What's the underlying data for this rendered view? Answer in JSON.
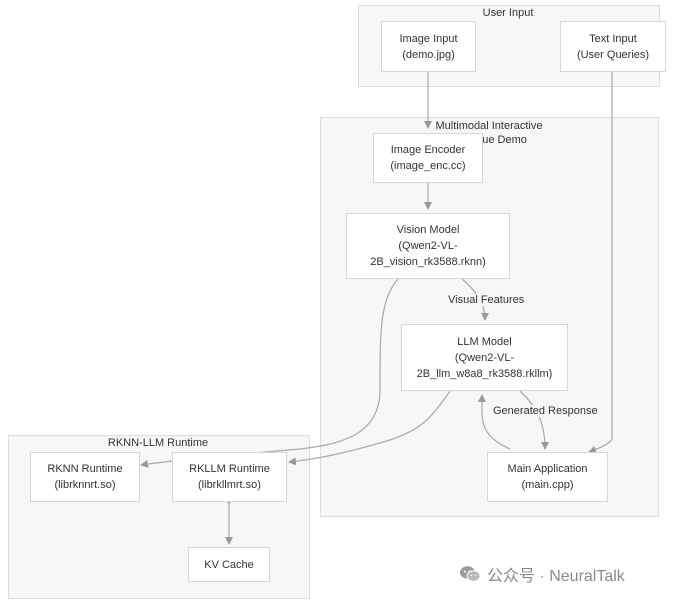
{
  "clusters": {
    "user_input": "User Input",
    "multimodal": "Multimodal Interactive Dialogue Demo",
    "runtime": "RKNN-LLM Runtime"
  },
  "nodes": {
    "image_input": [
      "Image Input",
      "(demo.jpg)"
    ],
    "text_input": [
      "Text Input",
      "(User Queries)"
    ],
    "image_encoder": [
      "Image Encoder",
      "(image_enc.cc)"
    ],
    "vision_model": [
      "Vision Model",
      "(Qwen2-VL-",
      "2B_vision_rk3588.rknn)"
    ],
    "llm_model": [
      "LLM Model",
      "(Qwen2-VL-",
      "2B_llm_w8a8_rk3588.rkllm)"
    ],
    "main_app": [
      "Main Application",
      "(main.cpp)"
    ],
    "rknn_runtime": [
      "RKNN Runtime",
      "(librknnrt.so)"
    ],
    "rkllm_runtime": [
      "RKLLM Runtime",
      "(librkllmrt.so)"
    ],
    "kv_cache": [
      "KV Cache"
    ]
  },
  "edge_labels": {
    "visual_features": "Visual Features",
    "generated_response": "Generated Response"
  },
  "watermark": {
    "text": "公众号 · NeuralTalk",
    "icon": "wechat-icon"
  }
}
